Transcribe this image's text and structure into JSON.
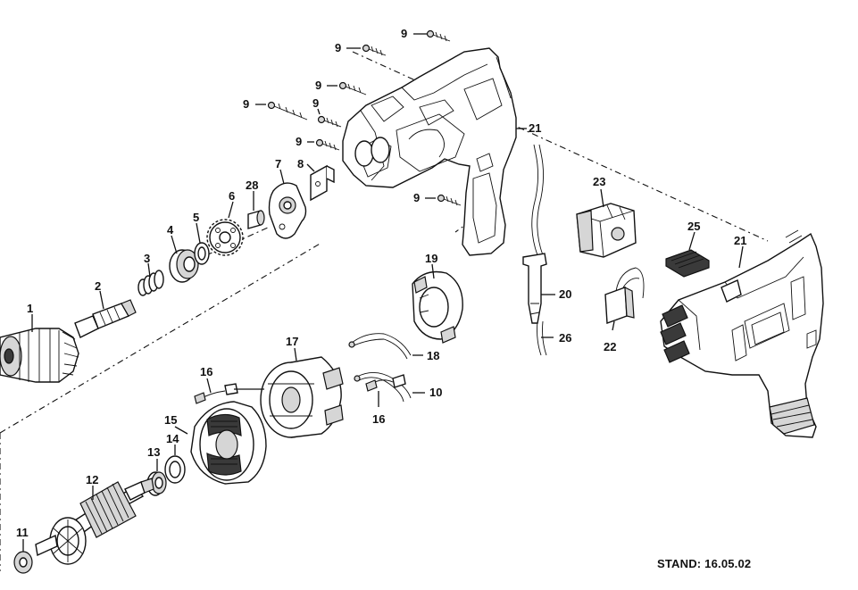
{
  "stand": "STAND: 16.05.02",
  "labels": {
    "p1": "1",
    "p2": "2",
    "p3": "3",
    "p4": "4",
    "p5": "5",
    "p6": "6",
    "p7": "7",
    "p8": "8",
    "p9a": "9",
    "p9b": "9",
    "p9c": "9",
    "p9d": "9",
    "p9e": "9",
    "p9f": "9",
    "p9g": "9",
    "p10": "10",
    "p11": "11",
    "p12": "12",
    "p13": "13",
    "p14": "14",
    "p15": "15",
    "p16a": "16",
    "p16b": "16",
    "p17": "17",
    "p18": "18",
    "p19": "19",
    "p20": "20",
    "p21a": "21",
    "p21b": "21",
    "p22": "22",
    "p23": "23",
    "p25": "25",
    "p26": "26",
    "p28": "28"
  }
}
